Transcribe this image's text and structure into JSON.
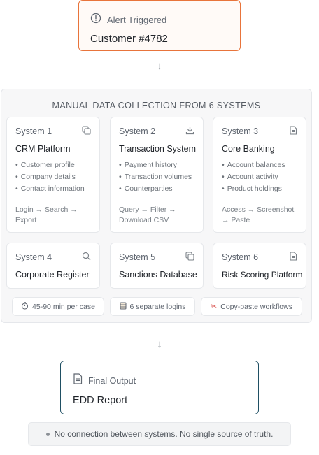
{
  "colors": {
    "alert_border": "#e8743b",
    "final_border": "#1f4f63",
    "container_bg": "#f7f7f8",
    "scissors": "#d9534f"
  },
  "alert": {
    "label": "Alert Triggered",
    "title": "Customer #4782",
    "icon": "alert-circle-icon"
  },
  "collection": {
    "title": "MANUAL DATA COLLECTION FROM 6 SYSTEMS",
    "systems": [
      {
        "id": "System 1",
        "name": "CRM Platform",
        "icon": "copy-icon",
        "items": [
          "Customer profile",
          "Company details",
          "Contact information"
        ],
        "action": "Login → Search → Export"
      },
      {
        "id": "System 2",
        "name": "Transaction System",
        "icon": "download-icon",
        "items": [
          "Payment history",
          "Transaction volumes",
          "Counterparties"
        ],
        "action": "Query → Filter → Download CSV"
      },
      {
        "id": "System 3",
        "name": "Core Banking",
        "icon": "document-icon",
        "items": [
          "Account balances",
          "Account activity",
          "Product holdings"
        ],
        "action": "Access → Screenshot → Paste"
      },
      {
        "id": "System 4",
        "name": "Corporate Register",
        "icon": "search-icon"
      },
      {
        "id": "System 5",
        "name": "Sanctions Database",
        "icon": "copy-icon"
      },
      {
        "id": "System 6",
        "name": "Risk Scoring Platform",
        "icon": "document-icon"
      }
    ],
    "stats": [
      {
        "icon": "timer-icon",
        "label": "45-90 min per case"
      },
      {
        "icon": "database-icon",
        "label": "6 separate logins"
      },
      {
        "icon": "scissors-icon",
        "label": "Copy-paste workflows"
      }
    ]
  },
  "final": {
    "label": "Final Output",
    "title": "EDD Report",
    "icon": "document-icon"
  },
  "note": {
    "text": "No connection between systems. No single source of truth."
  }
}
